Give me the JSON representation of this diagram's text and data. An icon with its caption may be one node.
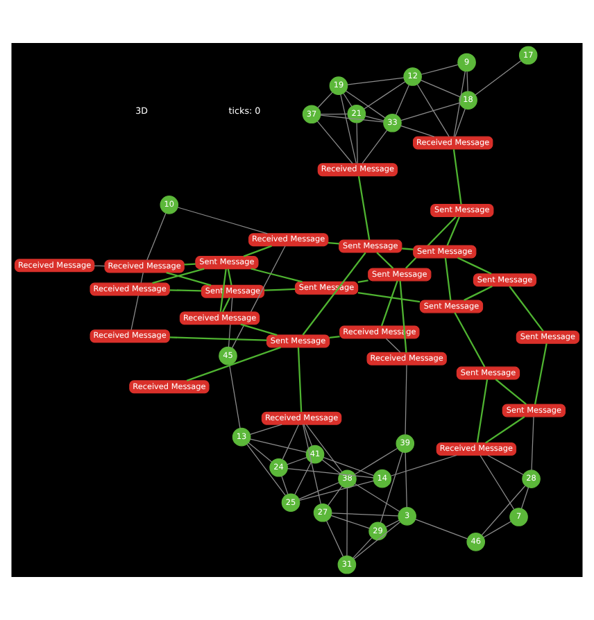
{
  "diagram": {
    "nodes": [
      {
        "text": [
          "41"
        ]
      },
      {
        "text": [
          "25"
        ]
      },
      {
        "text": [
          "45"
        ]
      },
      {
        "text": [
          "13"
        ]
      },
      {
        "text": [
          "Received Message"
        ]
      },
      {
        "text": [
          "Received Message"
        ]
      },
      {
        "text": [
          "Sent Message"
        ]
      },
      {
        "text": [
          "24"
        ]
      },
      {
        "text": [
          "Received Message"
        ]
      },
      {
        "text": [
          "14"
        ]
      },
      {
        "text": [
          "27"
        ]
      },
      {
        "text": [
          "Received Message"
        ]
      },
      {
        "text": [
          "38"
        ]
      },
      {
        "text": [
          "Received Message"
        ]
      },
      {
        "text": [
          "Received Message"
        ]
      },
      {
        "text": [
          "Sent Message"
        ]
      },
      {
        "text": [
          "Received Message"
        ]
      },
      {
        "text": [
          "10"
        ]
      },
      {
        "text": [
          "Sent Message"
        ]
      },
      {
        "text": [
          "31"
        ]
      },
      {
        "text": [
          "Received Message"
        ]
      },
      {
        "text": [
          "Received Message"
        ]
      },
      {
        "text": [
          "29"
        ]
      },
      {
        "text": [
          "Sent Message"
        ]
      },
      {
        "text": [
          "39"
        ]
      },
      {
        "text": [
          "3"
        ]
      },
      {
        "text": [
          "Sent Message"
        ]
      },
      {
        "text": [
          "Received Message"
        ]
      },
      {
        "text": [
          "Sent Message"
        ]
      },
      {
        "text": [
          "37"
        ]
      },
      {
        "text": [
          "Sent Message"
        ]
      },
      {
        "text": [
          "Received Message"
        ]
      },
      {
        "text": [
          "Received Message"
        ]
      },
      {
        "text": [
          "Sent Message"
        ]
      },
      {
        "text": [
          "Sent Message"
        ]
      },
      {
        "text": [
          "46"
        ]
      },
      {
        "text": [
          "21"
        ]
      },
      {
        "text": [
          "19"
        ]
      },
      {
        "text": [
          "33"
        ]
      },
      {
        "text": [
          "Sent Message"
        ]
      },
      {
        "text": [
          "Sent Message"
        ]
      },
      {
        "text": [
          "Received Message"
        ]
      },
      {
        "text": [
          "7"
        ]
      },
      {
        "text": [
          "Sent Message"
        ]
      },
      {
        "text": [
          "28"
        ]
      },
      {
        "text": [
          "12"
        ]
      },
      {
        "text": [
          "Sent Message"
        ]
      },
      {
        "text": [
          "17"
        ]
      },
      {
        "text": [
          "18"
        ]
      },
      {
        "text": [
          "9"
        ]
      }
    ],
    "edges": [
      {
        "from": 0,
        "to": 1,
        "arrow": "none"
      },
      {
        "from": 0,
        "to": 3,
        "arrow": "none"
      },
      {
        "from": 0,
        "to": 7,
        "arrow": "none"
      },
      {
        "from": 0,
        "to": 9,
        "arrow": "none"
      },
      {
        "from": 0,
        "to": 12,
        "arrow": "none"
      },
      {
        "from": 1,
        "to": 3,
        "arrow": "none"
      },
      {
        "from": 1,
        "to": 7,
        "arrow": "none"
      },
      {
        "from": 1,
        "to": 9,
        "arrow": "none"
      },
      {
        "from": 1,
        "to": 12,
        "arrow": "none"
      },
      {
        "from": 3,
        "to": 2,
        "arrow": "none"
      },
      {
        "from": 3,
        "to": 7,
        "arrow": "none"
      },
      {
        "from": 3,
        "to": 5,
        "arrow": "none"
      },
      {
        "from": 0,
        "to": 5,
        "arrow": "none"
      },
      {
        "from": 5,
        "to": 7,
        "arrow": "none"
      },
      {
        "from": 5,
        "to": 10,
        "arrow": "none"
      },
      {
        "from": 5,
        "to": 12,
        "arrow": "none"
      },
      {
        "from": 7,
        "to": 9,
        "arrow": "none"
      },
      {
        "from": 12,
        "to": 10,
        "arrow": "none"
      },
      {
        "from": 12,
        "to": 19,
        "arrow": "none"
      },
      {
        "from": 12,
        "to": 25,
        "arrow": "none"
      },
      {
        "from": 12,
        "to": 24,
        "arrow": "none"
      },
      {
        "from": 10,
        "to": 19,
        "arrow": "none"
      },
      {
        "from": 10,
        "to": 22,
        "arrow": "none"
      },
      {
        "from": 10,
        "to": 25,
        "arrow": "none"
      },
      {
        "from": 19,
        "to": 22,
        "arrow": "none"
      },
      {
        "from": 19,
        "to": 25,
        "arrow": "none"
      },
      {
        "from": 24,
        "to": 22,
        "arrow": "none"
      },
      {
        "from": 24,
        "to": 25,
        "arrow": "none"
      },
      {
        "from": 25,
        "to": 22,
        "arrow": "none"
      },
      {
        "from": 9,
        "to": 32,
        "arrow": "none"
      },
      {
        "from": 25,
        "to": 35,
        "arrow": "none"
      },
      {
        "from": 35,
        "to": 42,
        "arrow": "none"
      },
      {
        "from": 35,
        "to": 44,
        "arrow": "none"
      },
      {
        "from": 32,
        "to": 42,
        "arrow": "none"
      },
      {
        "from": 32,
        "to": 44,
        "arrow": "none"
      },
      {
        "from": 42,
        "to": 44,
        "arrow": "none"
      },
      {
        "from": 44,
        "to": 46,
        "arrow": "none"
      },
      {
        "from": 47,
        "to": 48,
        "arrow": "none"
      },
      {
        "from": 24,
        "to": 27,
        "arrow": "none"
      },
      {
        "from": 21,
        "to": 27,
        "arrow": "none"
      },
      {
        "from": 2,
        "to": 20,
        "arrow": "none"
      },
      {
        "from": 2,
        "to": 6,
        "arrow": "none"
      },
      {
        "from": 17,
        "to": 4,
        "arrow": "none"
      },
      {
        "from": 17,
        "to": 20,
        "arrow": "none"
      },
      {
        "from": 29,
        "to": 37,
        "arrow": "none"
      },
      {
        "from": 29,
        "to": 36,
        "arrow": "none"
      },
      {
        "from": 29,
        "to": 38,
        "arrow": "none"
      },
      {
        "from": 29,
        "to": 31,
        "arrow": "none"
      },
      {
        "from": 37,
        "to": 36,
        "arrow": "none"
      },
      {
        "from": 37,
        "to": 38,
        "arrow": "none"
      },
      {
        "from": 37,
        "to": 31,
        "arrow": "none"
      },
      {
        "from": 37,
        "to": 45,
        "arrow": "none"
      },
      {
        "from": 36,
        "to": 31,
        "arrow": "none"
      },
      {
        "from": 36,
        "to": 45,
        "arrow": "none"
      },
      {
        "from": 36,
        "to": 38,
        "arrow": "none"
      },
      {
        "from": 38,
        "to": 31,
        "arrow": "none"
      },
      {
        "from": 38,
        "to": 45,
        "arrow": "none"
      },
      {
        "from": 38,
        "to": 41,
        "arrow": "none"
      },
      {
        "from": 38,
        "to": 48,
        "arrow": "none"
      },
      {
        "from": 45,
        "to": 41,
        "arrow": "none"
      },
      {
        "from": 45,
        "to": 48,
        "arrow": "none"
      },
      {
        "from": 45,
        "to": 49,
        "arrow": "none"
      },
      {
        "from": 41,
        "to": 49,
        "arrow": "none"
      },
      {
        "from": 41,
        "to": 48,
        "arrow": "none"
      },
      {
        "from": 49,
        "to": 48,
        "arrow": "none"
      },
      {
        "from": 4,
        "to": 11,
        "arrow": "none"
      },
      {
        "from": 4,
        "to": 14,
        "arrow": "none"
      },
      {
        "from": 6,
        "to": 4,
        "arrow": "none",
        "color": "#4fb431"
      },
      {
        "from": 6,
        "to": 8,
        "arrow": "none",
        "color": "#4fb431"
      },
      {
        "from": 6,
        "to": 15,
        "arrow": "none",
        "color": "#4fb431"
      },
      {
        "from": 6,
        "to": 16,
        "arrow": "none",
        "color": "#4fb431"
      },
      {
        "from": 6,
        "to": 23,
        "arrow": "none",
        "color": "#4fb431"
      },
      {
        "from": 4,
        "to": 15,
        "arrow": "none",
        "color": "#4fb431"
      },
      {
        "from": 8,
        "to": 15,
        "arrow": "none",
        "color": "#4fb431"
      },
      {
        "from": 15,
        "to": 16,
        "arrow": "none",
        "color": "#4fb431"
      },
      {
        "from": 15,
        "to": 20,
        "arrow": "none",
        "color": "#4fb431"
      },
      {
        "from": 15,
        "to": 23,
        "arrow": "none",
        "color": "#4fb431"
      },
      {
        "from": 20,
        "to": 28,
        "arrow": "none",
        "color": "#4fb431"
      },
      {
        "from": 28,
        "to": 31,
        "arrow": "none",
        "color": "#4fb431"
      },
      {
        "from": 18,
        "to": 11,
        "arrow": "none",
        "color": "#4fb431"
      },
      {
        "from": 18,
        "to": 16,
        "arrow": "none",
        "color": "#4fb431"
      },
      {
        "from": 18,
        "to": 13,
        "arrow": "none",
        "color": "#4fb431"
      },
      {
        "from": 18,
        "to": 21,
        "arrow": "none",
        "color": "#4fb431"
      },
      {
        "from": 18,
        "to": 28,
        "arrow": "none",
        "color": "#4fb431"
      },
      {
        "from": 5,
        "to": 18,
        "arrow": "none",
        "color": "#4fb431"
      },
      {
        "from": 23,
        "to": 26,
        "arrow": "none",
        "color": "#4fb431"
      },
      {
        "from": 26,
        "to": 27,
        "arrow": "none",
        "color": "#4fb431"
      },
      {
        "from": 26,
        "to": 21,
        "arrow": "none",
        "color": "#4fb431"
      },
      {
        "from": 26,
        "to": 28,
        "arrow": "none",
        "color": "#4fb431"
      },
      {
        "from": 26,
        "to": 30,
        "arrow": "none",
        "color": "#4fb431"
      },
      {
        "from": 28,
        "to": 34,
        "arrow": "none",
        "color": "#4fb431"
      },
      {
        "from": 30,
        "to": 34,
        "arrow": "none",
        "color": "#4fb431"
      },
      {
        "from": 34,
        "to": 33,
        "arrow": "none",
        "color": "#4fb431"
      },
      {
        "from": 34,
        "to": 40,
        "arrow": "none",
        "color": "#4fb431"
      },
      {
        "from": 33,
        "to": 40,
        "arrow": "none",
        "color": "#4fb431"
      },
      {
        "from": 33,
        "to": 39,
        "arrow": "none",
        "color": "#4fb431"
      },
      {
        "from": 39,
        "to": 32,
        "arrow": "none",
        "color": "#4fb431"
      },
      {
        "from": 39,
        "to": 46,
        "arrow": "none",
        "color": "#4fb431"
      },
      {
        "from": 32,
        "to": 46,
        "arrow": "none",
        "color": "#4fb431"
      },
      {
        "from": 40,
        "to": 43,
        "arrow": "none",
        "color": "#4fb431"
      },
      {
        "from": 43,
        "to": 46,
        "arrow": "none",
        "color": "#4fb431"
      },
      {
        "from": 23,
        "to": 33,
        "arrow": "none",
        "color": "#4fb431"
      },
      {
        "from": 30,
        "to": 41,
        "arrow": "none",
        "color": "#4fb431"
      }
    ],
    "labels": [
      "ticks: 0",
      "3D"
    ]
  }
}
